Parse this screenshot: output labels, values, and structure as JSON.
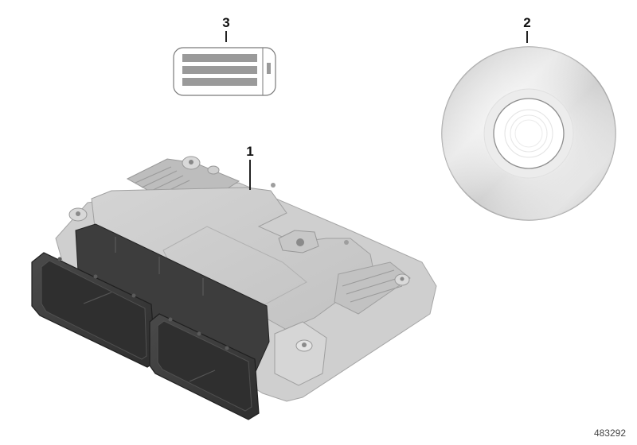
{
  "diagram": {
    "parts": [
      {
        "number": "1",
        "description": "Engine control unit (ECU) housing with two black connector sockets"
      },
      {
        "number": "2",
        "description": "Software / data disc (CD)"
      },
      {
        "number": "3",
        "description": "Label / identification plate"
      }
    ],
    "diagram_id": "483292"
  },
  "colors": {
    "housing": "#c9c9c9",
    "housing_shadow": "#9d9d9d",
    "connector": "#3a3a3a",
    "disc": "#d6d6d6",
    "label_bars": "#9a9a9a"
  }
}
